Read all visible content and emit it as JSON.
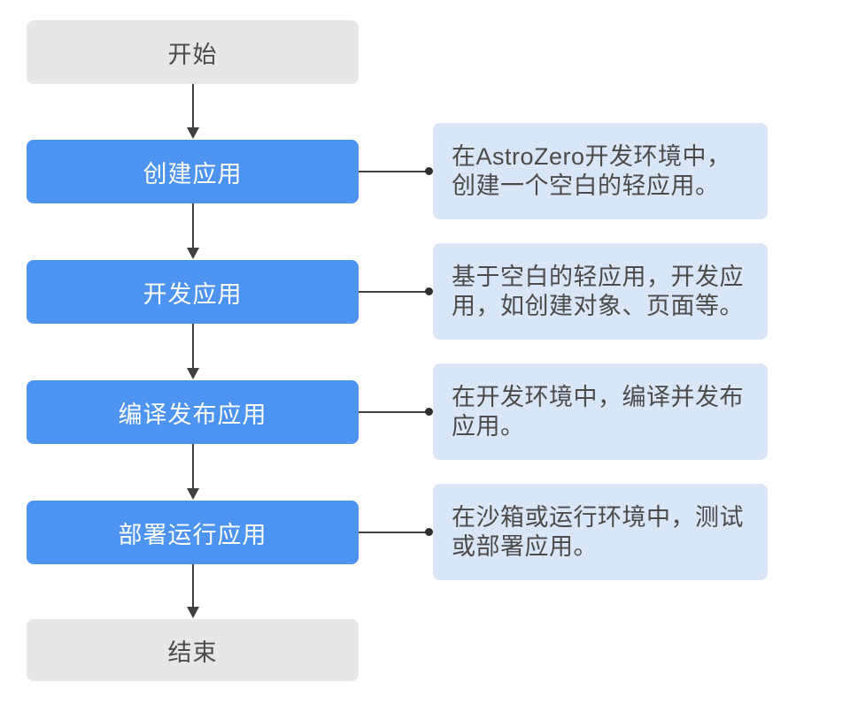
{
  "colors": {
    "accent": "#4d93f0",
    "terminal_bg": "#e7e7e7",
    "note_bg": "#d9e6f8",
    "line": "#3f3f3f",
    "text_dark": "#4b4b4b",
    "process_text": "#ffffff"
  },
  "flowchart": {
    "steps": [
      {
        "id": "start",
        "type": "terminal",
        "label": "开始"
      },
      {
        "id": "create-app",
        "type": "process",
        "label": "创建应用",
        "note": "在AstroZero开发环境中，\n创建一个空白的轻应用。"
      },
      {
        "id": "develop-app",
        "type": "process",
        "label": "开发应用",
        "note": "基于空白的轻应用，开发应\n用，如创建对象、页面等。"
      },
      {
        "id": "compile-publish-app",
        "type": "process",
        "label": "编译发布应用",
        "note": "在开发环境中，编译并发布\n应用。"
      },
      {
        "id": "deploy-run-app",
        "type": "process",
        "label": "部署运行应用",
        "note": "在沙箱或运行环境中，测试\n或部署应用。"
      },
      {
        "id": "end",
        "type": "terminal",
        "label": "结束"
      }
    ]
  }
}
